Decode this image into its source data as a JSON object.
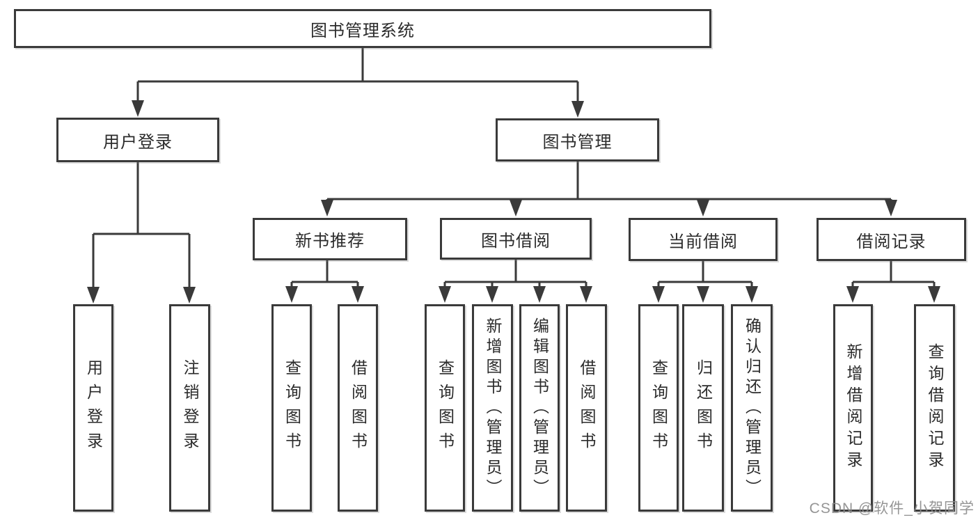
{
  "diagram": {
    "tree": {
      "label": "图书管理系统",
      "children": [
        {
          "label": "用户登录",
          "children": [
            {
              "label": "用户登录"
            },
            {
              "label": "注销登录"
            }
          ]
        },
        {
          "label": "图书管理",
          "children": [
            {
              "label": "新书推荐",
              "children": [
                {
                  "label": "查询图书"
                },
                {
                  "label": "借阅图书"
                }
              ]
            },
            {
              "label": "图书借阅",
              "children": [
                {
                  "label": "查询图书"
                },
                {
                  "label": "新增图书（管理员）"
                },
                {
                  "label": "编辑图书（管理员）"
                },
                {
                  "label": "借阅图书"
                }
              ]
            },
            {
              "label": "当前借阅",
              "children": [
                {
                  "label": "查询图书"
                },
                {
                  "label": "归还图书"
                },
                {
                  "label": "确认归还（管理员）"
                }
              ]
            },
            {
              "label": "借阅记录",
              "children": [
                {
                  "label": "新增借阅记录"
                },
                {
                  "label": "查询借阅记录"
                }
              ]
            }
          ]
        }
      ]
    },
    "colors": {
      "line": "#3a3a3a",
      "box_border": "#3a3a3a",
      "text": "#2b2b2b",
      "background": "#ffffff",
      "watermark": "#8c8c8c"
    }
  },
  "watermark": {
    "text": "CSDN @软件_小贺同学"
  }
}
